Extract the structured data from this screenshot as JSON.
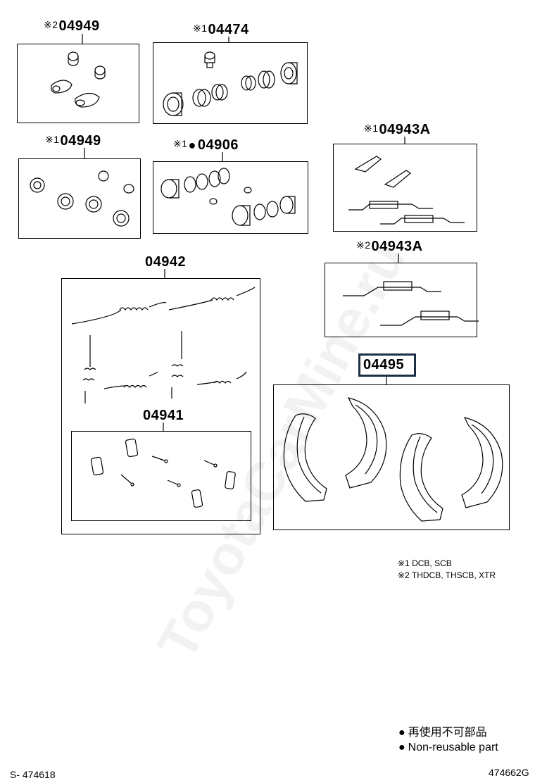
{
  "diagram": {
    "groups": [
      {
        "id": "g1",
        "mark": "※2",
        "code": "04949",
        "nonreusable": false
      },
      {
        "id": "g2",
        "mark": "※1",
        "code": "04474",
        "nonreusable": false
      },
      {
        "id": "g3",
        "mark": "※1",
        "code": "04949",
        "nonreusable": false
      },
      {
        "id": "g4",
        "mark": "※1",
        "code": "04906",
        "nonreusable": true
      },
      {
        "id": "g5",
        "mark": "※1",
        "code": "04943A",
        "nonreusable": false
      },
      {
        "id": "g6",
        "mark": "※2",
        "code": "04943A",
        "nonreusable": false
      },
      {
        "id": "g7",
        "mark": "",
        "code": "04942",
        "nonreusable": false
      },
      {
        "id": "g8",
        "mark": "",
        "code": "04941",
        "nonreusable": false
      },
      {
        "id": "g9",
        "mark": "",
        "code": "04495",
        "nonreusable": false,
        "highlighted": true
      }
    ],
    "notes": [
      {
        "mark": "※1",
        "text": "DCB, SCB"
      },
      {
        "mark": "※2",
        "text": "THDCB, THSCB, XTR"
      }
    ],
    "legend": [
      {
        "symbol": "●",
        "text": "再使用不可部品"
      },
      {
        "symbol": "●",
        "text": "Non-reusable part"
      }
    ],
    "footer": {
      "left": "S- 474618",
      "right": "474662G"
    },
    "watermark": "ToyotaCarMine.ru",
    "colors": {
      "line": "#000000",
      "highlight_border": "#1c2f44",
      "watermark": "#8c8c8c"
    }
  }
}
